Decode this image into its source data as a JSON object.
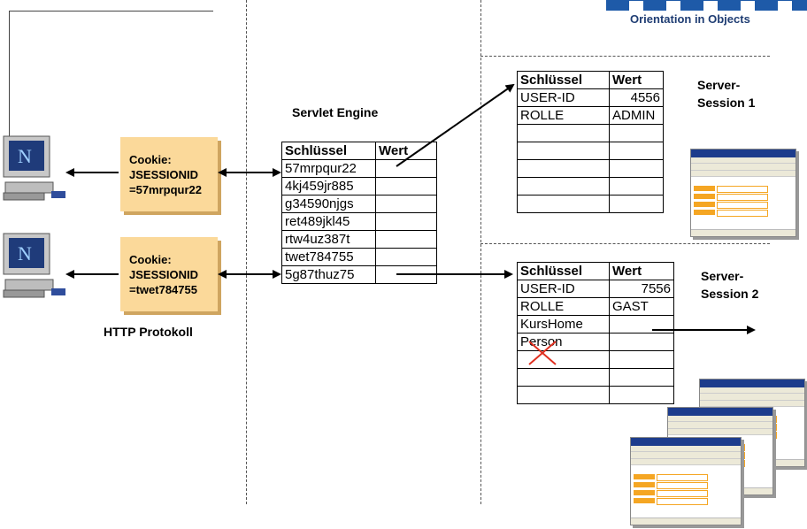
{
  "logo": {
    "text": "Orientation in Objects"
  },
  "servlet_engine": {
    "title": "Servlet Engine",
    "headers": [
      "Schlüssel",
      "Wert"
    ],
    "rows": [
      "57mrpqur22",
      "4kj459jr885",
      "g34590njgs",
      "ret489jkl45",
      "rtw4uz387t",
      "twet784755",
      "5g87thuz75"
    ]
  },
  "clients": [
    {
      "cookie_line1": "Cookie:",
      "cookie_line2": "JSESSIONID",
      "cookie_line3": "=57mrpqur22"
    },
    {
      "cookie_line1": "Cookie:",
      "cookie_line2": "JSESSIONID",
      "cookie_line3": "=twet784755"
    }
  ],
  "protocol_label": "HTTP Protokoll",
  "sessions": [
    {
      "title_line1": "Server-",
      "title_line2": "Session 1",
      "headers": [
        "Schlüssel",
        "Wert"
      ],
      "rows": [
        {
          "key": "USER-ID",
          "value": "4556"
        },
        {
          "key": "ROLLE",
          "value": "ADMIN"
        }
      ]
    },
    {
      "title_line1": "Server-",
      "title_line2": "Session 2",
      "headers": [
        "Schlüssel",
        "Wert"
      ],
      "rows": [
        {
          "key": "USER-ID",
          "value": "7556"
        },
        {
          "key": "ROLLE",
          "value": "GAST"
        },
        {
          "key": "KursHome",
          "value": ""
        },
        {
          "key": "Person",
          "value": "",
          "crossed": true
        }
      ]
    }
  ],
  "colors": {
    "cookie_fill": "#fbd99a",
    "logo_blue": "#1e5aa8",
    "cross_red": "#e03020"
  }
}
